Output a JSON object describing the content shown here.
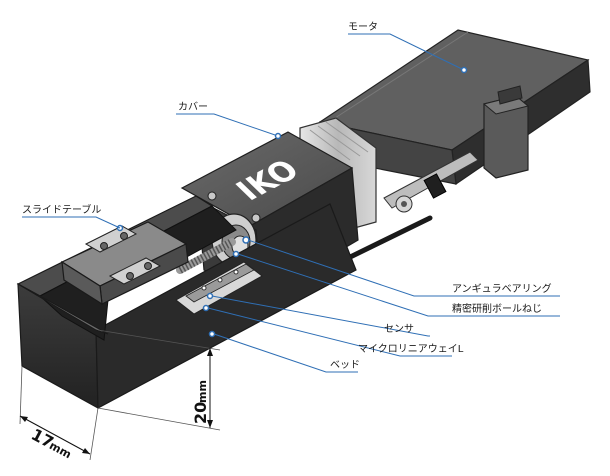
{
  "labels": {
    "motor": "モータ",
    "cover": "カバー",
    "slide_table": "スライドテーブル",
    "angular_bearing": "アンギュラベアリング",
    "ball_screw": "精密研削ボールねじ",
    "sensor": "センサ",
    "micro_linear_way": "マイクロリニアウェイL",
    "bed": "ベッド"
  },
  "brand": "IKO",
  "dimensions": {
    "height_value": "20",
    "height_unit": "mm",
    "width_value": "17",
    "width_unit": "mm"
  },
  "colors": {
    "leader_line": "#2f6fb5",
    "body_dark": "#3a3a3a",
    "body_top": "#5a5a5a",
    "body_side": "#2a2a2a",
    "metal": "#c9c9c9"
  }
}
